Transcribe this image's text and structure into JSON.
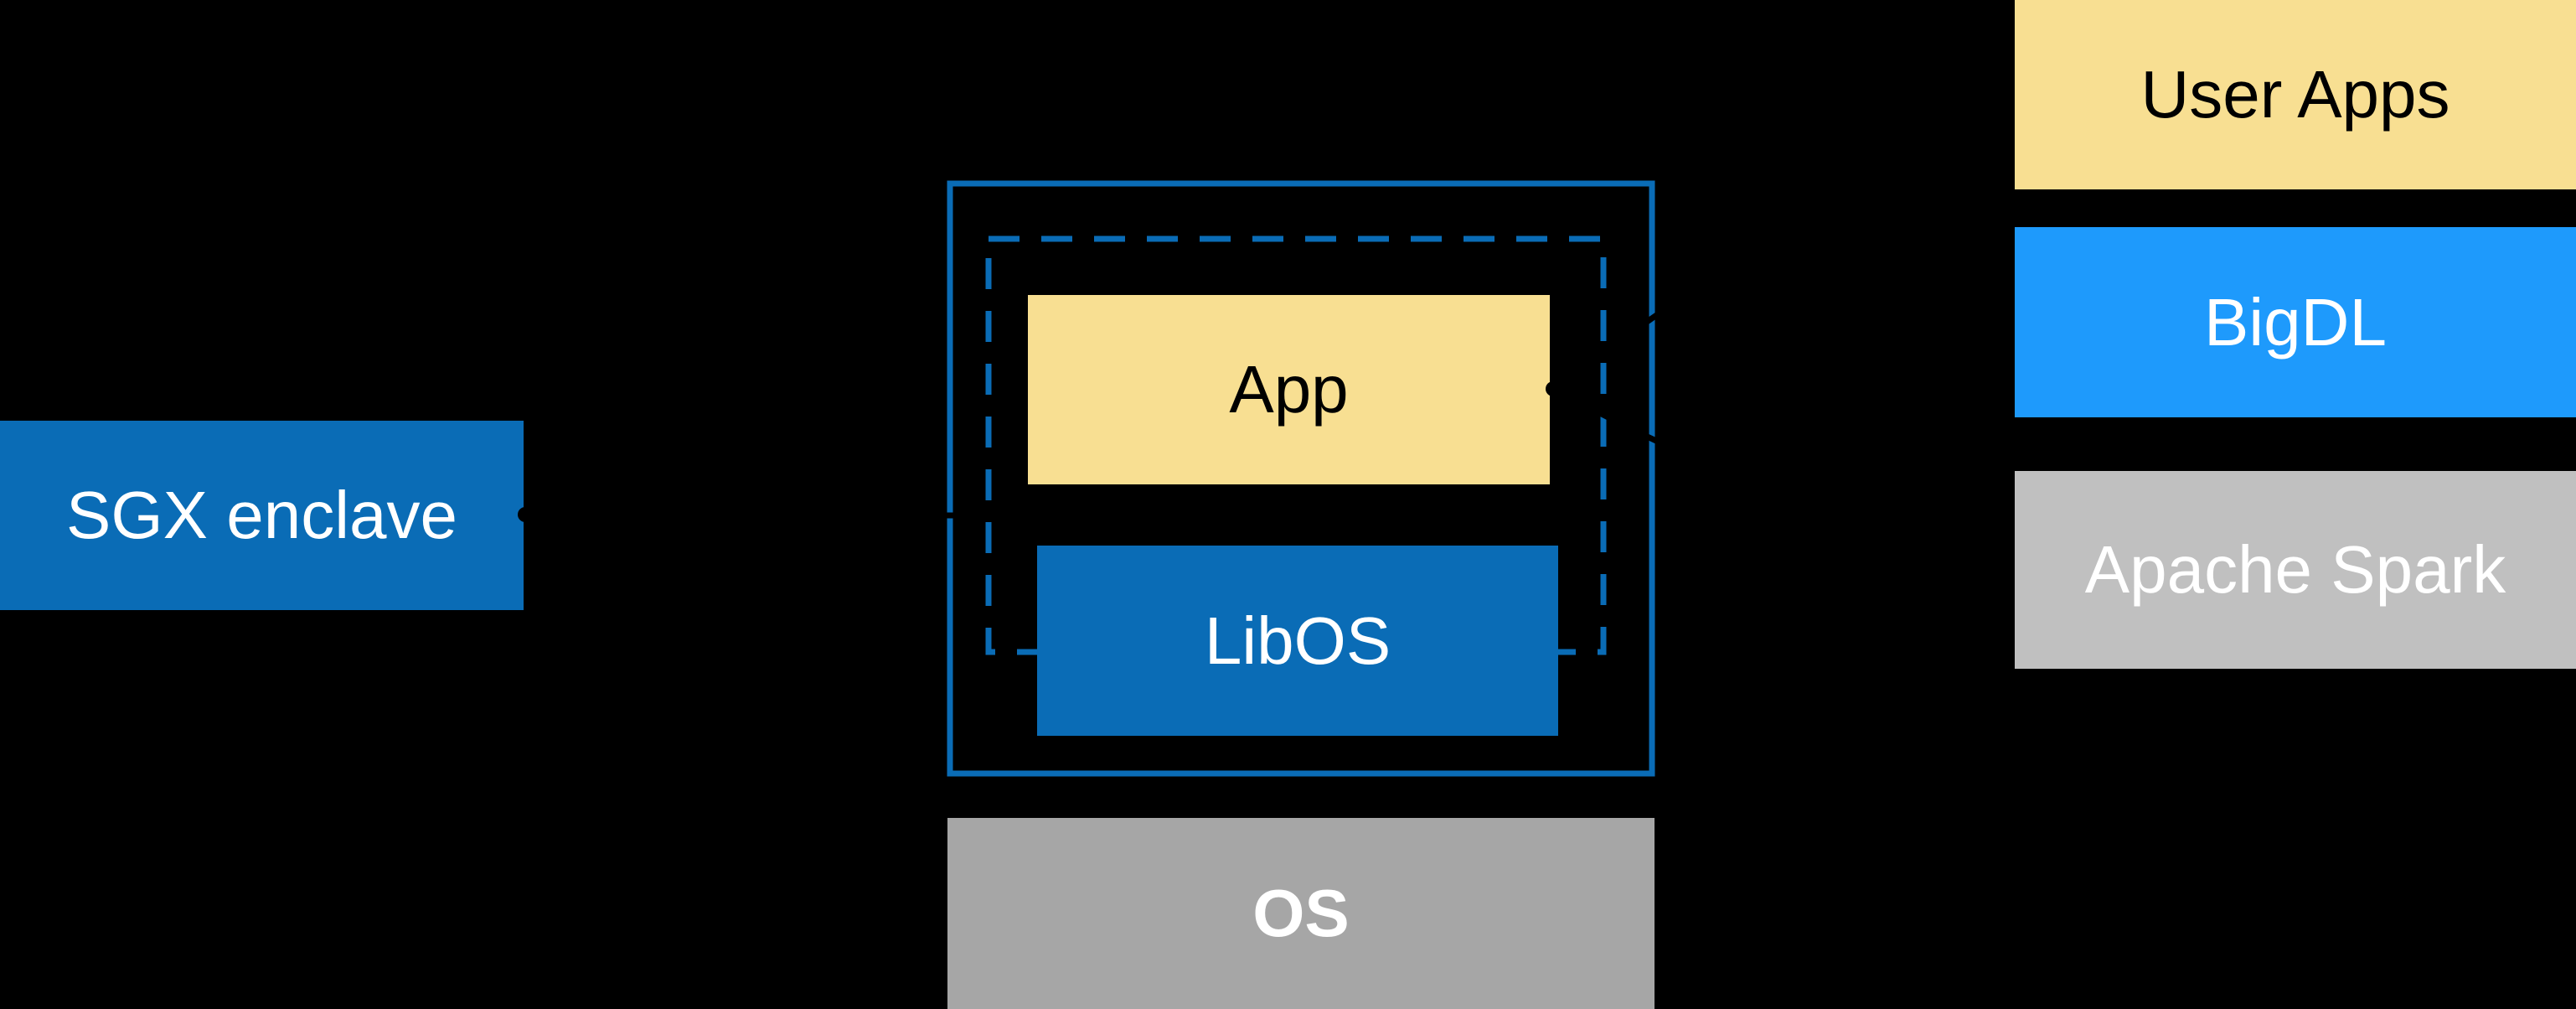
{
  "diagram": {
    "background_color": "#000000",
    "colors": {
      "intel_blue": "#0a6cb6",
      "bright_blue": "#1e9afc",
      "soft_yellow": "#f8df92",
      "light_gray": "#c0c0c0",
      "mid_gray": "#a6a6a6",
      "connector_black": "#000000",
      "text_white": "#ffffff",
      "text_black": "#000000"
    },
    "sgx_label_box": {
      "label": "SGX enclave",
      "fill": "#0a6cb6",
      "text_color": "#ffffff"
    },
    "host_process_box": {
      "border_color": "#0a6cb6",
      "border_style": "solid"
    },
    "enclave_boundary": {
      "border_color": "#0a6cb6",
      "border_style": "dashed"
    },
    "app_box": {
      "label": "App",
      "fill": "#f8df92",
      "text_color": "#000000"
    },
    "libos_box": {
      "label": "LibOS",
      "fill": "#0a6cb6",
      "text_color": "#ffffff"
    },
    "os_box": {
      "label": "OS",
      "fill": "#a6a6a6",
      "text_color": "#ffffff"
    },
    "stack": [
      {
        "label": "User Apps",
        "fill": "#f8df92",
        "text_color": "#000000"
      },
      {
        "label": "BigDL",
        "fill": "#1e9afc",
        "text_color": "#ffffff"
      },
      {
        "label": "Apache Spark",
        "fill": "#c0c0c0",
        "text_color": "#ffffff"
      }
    ],
    "connectors": {
      "color": "#000000"
    }
  }
}
